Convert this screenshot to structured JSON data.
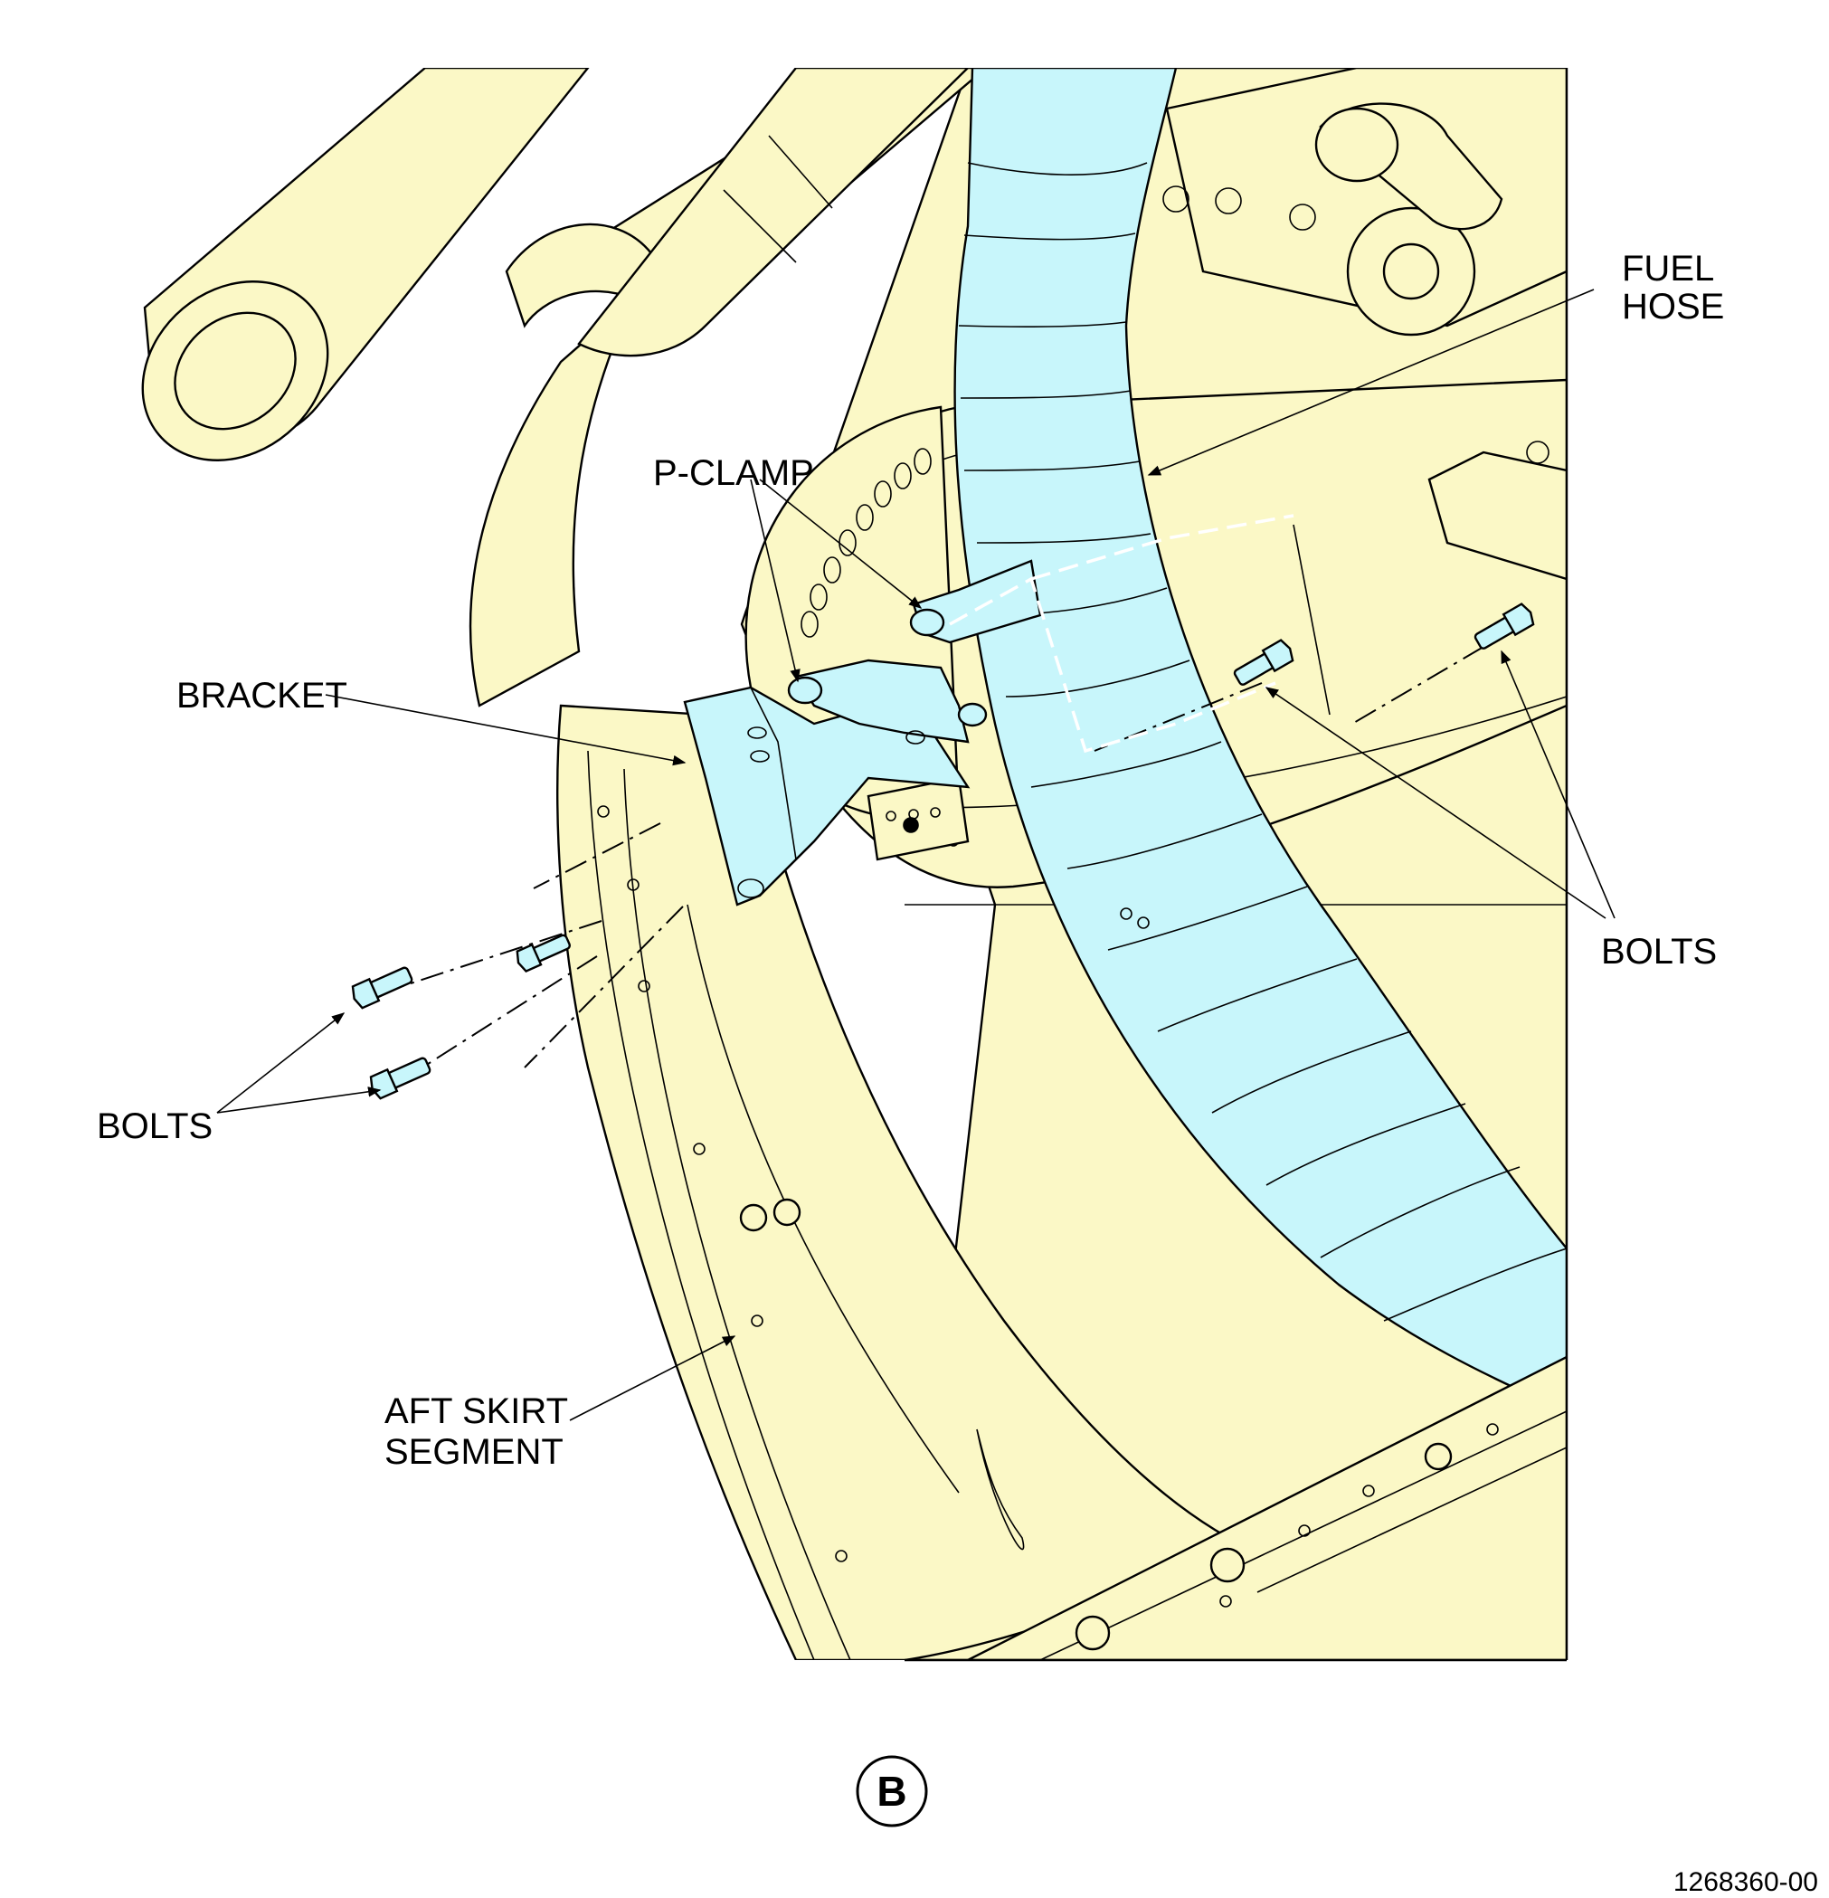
{
  "callouts": {
    "fuel_hose": [
      "FUEL",
      "HOSE"
    ],
    "p_clamp": "P-CLAMP",
    "bracket": "BRACKET",
    "bolts_right": "BOLTS",
    "bolts_left": "BOLTS",
    "aft_skirt": [
      "AFT SKIRT",
      "SEGMENT"
    ]
  },
  "view_label": "B",
  "figure_id": "1268360-00",
  "colors": {
    "structure_fill": "#fbf8c6",
    "highlight_fill": "#c8f6fb",
    "line": "#000000"
  }
}
